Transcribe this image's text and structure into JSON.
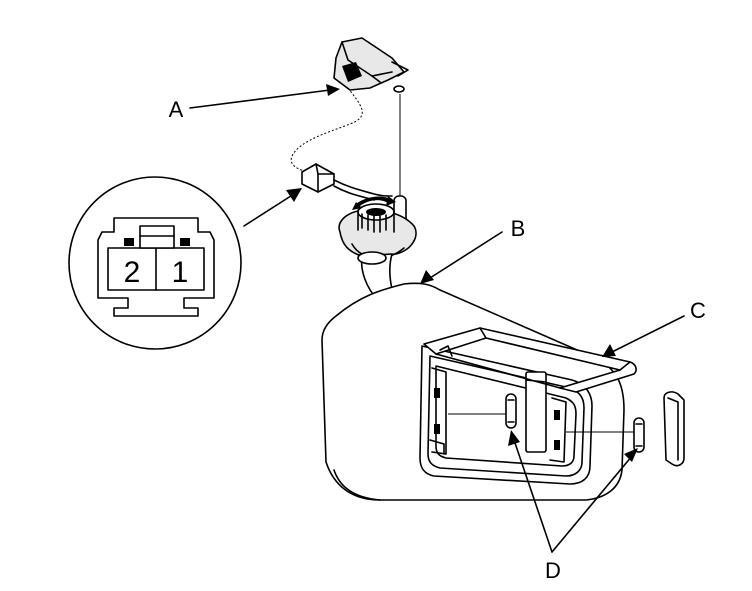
{
  "diagram": {
    "callouts": {
      "a": "A",
      "b": "B",
      "c": "C",
      "d": "D"
    },
    "connector_pins": {
      "pin_left": "2",
      "pin_right": "1"
    }
  }
}
